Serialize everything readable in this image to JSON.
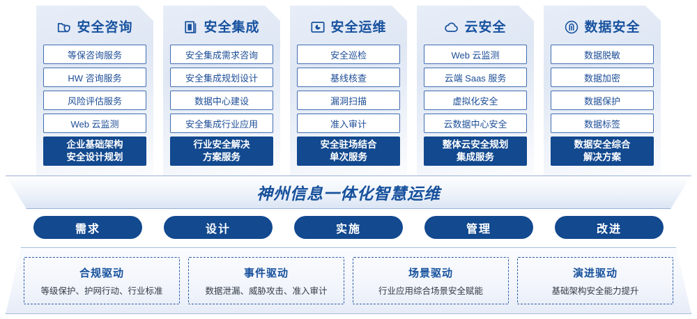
{
  "columns": [
    {
      "icon": "folder-shield-icon",
      "title": "安全咨询",
      "items": [
        "等保咨询服务",
        "HW 咨询服务",
        "风险评估服务",
        "Web 云监测"
      ],
      "summary": [
        "企业基础架构",
        "安全设计规划"
      ]
    },
    {
      "icon": "documents-icon",
      "title": "安全集成",
      "items": [
        "安全集成需求咨询",
        "安全集成规划设计",
        "数据中心建设",
        "安全集成行业应用"
      ],
      "summary": [
        "行业安全解决",
        "方案服务"
      ]
    },
    {
      "icon": "folder-chart-icon",
      "title": "安全运维",
      "items": [
        "安全巡检",
        "基线核查",
        "漏洞扫描",
        "准入审计"
      ],
      "summary": [
        "安全驻场结合",
        "单次服务"
      ]
    },
    {
      "icon": "cloud-icon",
      "title": "云安全",
      "items": [
        "Web 云监测",
        "云端 Saas 服务",
        "虚拟化安全",
        "云数据中心安全"
      ],
      "summary": [
        "整体云安全规划",
        "集成服务"
      ]
    },
    {
      "icon": "fingerprint-icon",
      "title": "数据安全",
      "items": [
        "数据脱敏",
        "数据加密",
        "数据保护",
        "数据标签"
      ],
      "summary": [
        "数据安全综合",
        "解决方案"
      ]
    }
  ],
  "banner": {
    "text": "神州信息一体化智慧运维"
  },
  "stages": [
    {
      "label": "需求"
    },
    {
      "label": "设计"
    },
    {
      "label": "实施"
    },
    {
      "label": "管理"
    },
    {
      "label": "改进"
    }
  ],
  "drivers": [
    {
      "title": "合规驱动",
      "desc": "等级保护、护网行动、行业标准"
    },
    {
      "title": "事件驱动",
      "desc": "数据泄漏、威胁攻击、准入审计"
    },
    {
      "title": "场景驱动",
      "desc": "行业应用综合场景安全赋能"
    },
    {
      "title": "演进驱动",
      "desc": "基础架构安全能力提升"
    }
  ],
  "colors": {
    "primary_blue": "#12498f",
    "title_blue": "#16509c",
    "item_border": "#3f6cb0",
    "panel_bg": "#e8eef8"
  }
}
